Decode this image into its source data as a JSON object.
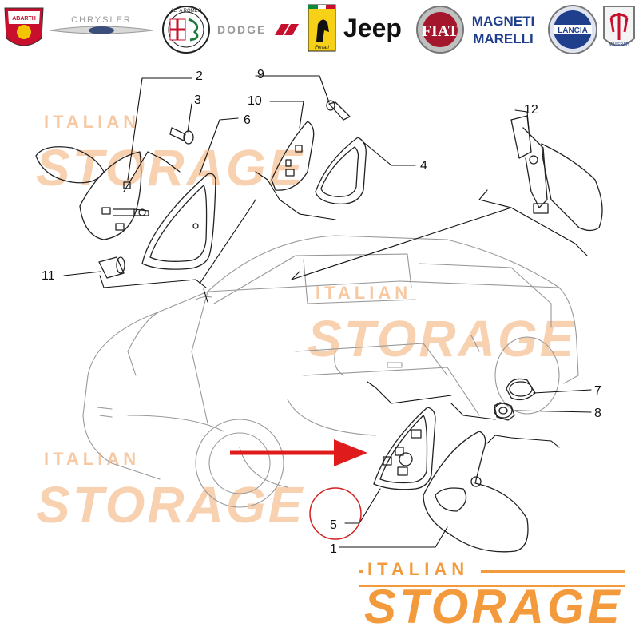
{
  "brands": [
    {
      "name": "ABARTH",
      "color": "#c8102e"
    },
    {
      "name": "CHRYSLER",
      "color": "#9a9a9a"
    },
    {
      "name": "ALFA ROMEO",
      "color": "#8a1d1d"
    },
    {
      "name": "DODGE",
      "color": "#9a9a9a"
    },
    {
      "name": "Ferrari",
      "color": "#f7d117"
    },
    {
      "name": "Jeep",
      "color": "#111111"
    },
    {
      "name": "FIAT",
      "color": "#a3162b"
    },
    {
      "name": "MAGNETI MARELLI",
      "color": "#1f3e8c"
    },
    {
      "name": "LANCIA",
      "color": "#1f3e8c"
    },
    {
      "name": "MASERATI",
      "color": "#1f3e8c"
    }
  ],
  "watermark": {
    "small": "ITALIAN",
    "big": "STORAGE",
    "color": "#f6c9a3"
  },
  "callouts": {
    "c1": "1",
    "c2": "2",
    "c3": "3",
    "c4": "4",
    "c5": "5",
    "c6": "6",
    "c7": "7",
    "c8": "8",
    "c9": "9",
    "c10": "10",
    "c11": "11",
    "c12": "12"
  },
  "highlight": {
    "part": "5",
    "color": "#d42020"
  },
  "footer": {
    "small": "ITALIAN",
    "big": "STORAGE",
    "color": "#f39a3d"
  }
}
